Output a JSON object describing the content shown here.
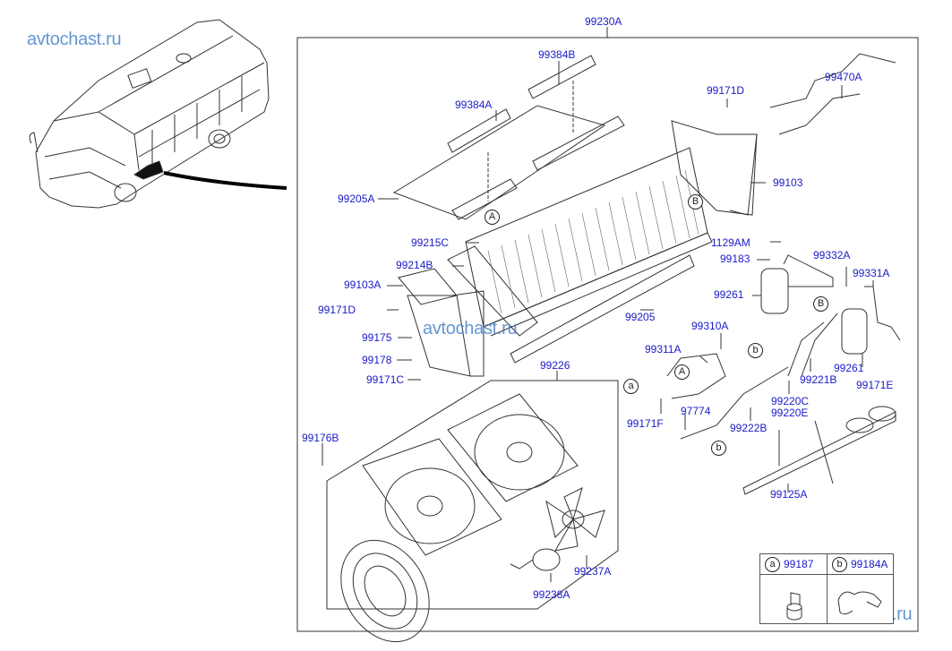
{
  "diagram_title_ref": "99230A",
  "watermarks": [
    "avtochast.ru",
    "avtochast.ru",
    "avtochast.ru"
  ],
  "colors": {
    "label": "#1a1ac8",
    "watermark": "#4a86c8",
    "line": "#333333"
  },
  "callouts": {
    "A": "A",
    "B": "B",
    "a": "a",
    "b": "b"
  },
  "parts": {
    "p99230A": "99230A",
    "p99384B": "99384B",
    "p99384A": "99384A",
    "p99171D_top": "99171D",
    "p99470A": "99470A",
    "p99103": "99103",
    "p99205A": "99205A",
    "p99215C": "99215C",
    "p99214B": "99214B",
    "p99103A": "99103A",
    "p99171D_left": "99171D",
    "p99175": "99175",
    "p99178": "99178",
    "p99171C": "99171C",
    "p99205": "99205",
    "p1129AM": "1129AM",
    "p99183": "99183",
    "p99332A": "99332A",
    "p99331A": "99331A",
    "p99261_a": "99261",
    "p99261_b": "99261",
    "p99310A": "99310A",
    "p99311A": "99311A",
    "p99221B": "99221B",
    "p99171E": "99171E",
    "p99220C": "99220C",
    "p99220E": "99220E",
    "p99222B": "99222B",
    "p97774": "97774",
    "p99171F": "99171F",
    "p99226": "99226",
    "p99176B": "99176B",
    "p99237A": "99237A",
    "p99238A": "99238A",
    "p99125A": "99125A"
  },
  "legend": [
    {
      "marker": "a",
      "code": "99187"
    },
    {
      "marker": "b",
      "code": "99184A"
    }
  ]
}
